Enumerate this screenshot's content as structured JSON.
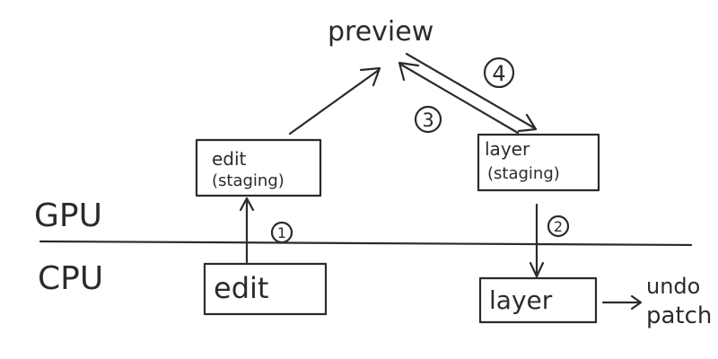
{
  "labels": {
    "preview": "preview",
    "gpu": "GPU",
    "cpu": "CPU",
    "edit_staging_line1": "edit",
    "edit_staging_line2": "(staging)",
    "layer_staging_line1": "layer",
    "layer_staging_line2": "(staging)",
    "edit_cpu": "edit",
    "layer_cpu": "layer",
    "undo_line1": "undo",
    "undo_line2": "patch"
  },
  "steps": {
    "step1": "1",
    "step2": "2",
    "step3": "3",
    "step4": "4"
  }
}
